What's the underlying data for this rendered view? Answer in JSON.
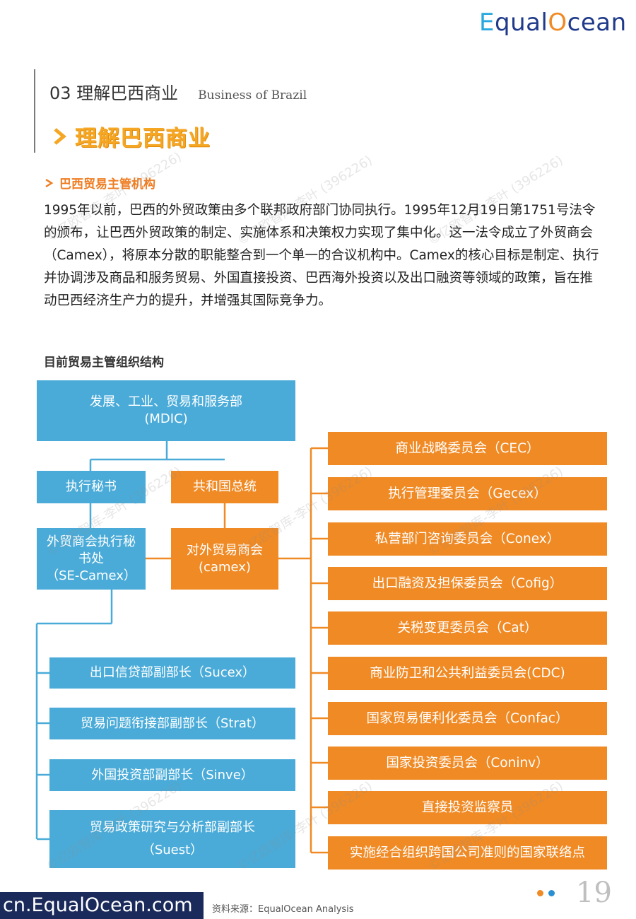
{
  "header": {
    "logo_e": "E",
    "logo_mid": "qual",
    "logo_o": "O",
    "logo_end": "cean",
    "section_label": "03 理解巴西商业",
    "section_en": "Business of Brazil",
    "main_title": "理解巴西商业"
  },
  "intro": {
    "subtitle": "巴西贸易主管机构",
    "paragraph": "1995年以前，巴西的外贸政策由多个联邦政府部门协同执行。1995年12月19日第1751号法令的颁布，让巴西外贸政策的制定、实施体系和决策权力实现了集中化。这一法令成立了外贸商会（Camex），将原本分散的职能整合到一个单一的合议机构中。Camex的核心目标是制定、执行并协调涉及商品和服务贸易、外国直接投资、巴西海外投资以及出口融资等领域的政策，旨在推动巴西经济生产力的提升，并增强其国际竞争力。"
  },
  "org_chart": {
    "title": "目前贸易主管组织结构",
    "mdic": "发展、工业、贸易和服务部\n(MDIC)",
    "exec_secretary": "执行秘书",
    "president": "共和国总统",
    "se_camex": "外贸商会执行秘书处\n（SE-Camex）",
    "camex": "对外贸易商会\n(camex)",
    "left_units": [
      "出口信贷部副部长（Sucex）",
      "贸易问题衔接部副部长（Strat）",
      "外国投资部副部长（Sinve）",
      "贸易政策研究与分析部副部长\n（Suest）"
    ],
    "committees": [
      "商业战略委员会（CEC）",
      "执行管理委员会（Gecex）",
      "私营部门咨询委员会（Conex）",
      "出口融资及担保委员会（Cofig）",
      "关税变更委员会（Cat）",
      "商业防卫和公共利益委员会(CDC)",
      "国家贸易便利化委员会（Confac）",
      "国家投资委员会（Coninv）",
      "直接投资监察员",
      "实施经合组织跨国公司准则的国家联络点"
    ]
  },
  "watermark": "©亿欧智库-李叶 (396226)",
  "footer": {
    "site": "cn.EqualOcean.com",
    "source": "资料来源：EqualOcean Analysis",
    "page_number": "19"
  },
  "colors": {
    "blue": "#4aabd8",
    "orange": "#f08a24",
    "title_orange": "#f5a623",
    "navy": "#1a2a5a"
  }
}
